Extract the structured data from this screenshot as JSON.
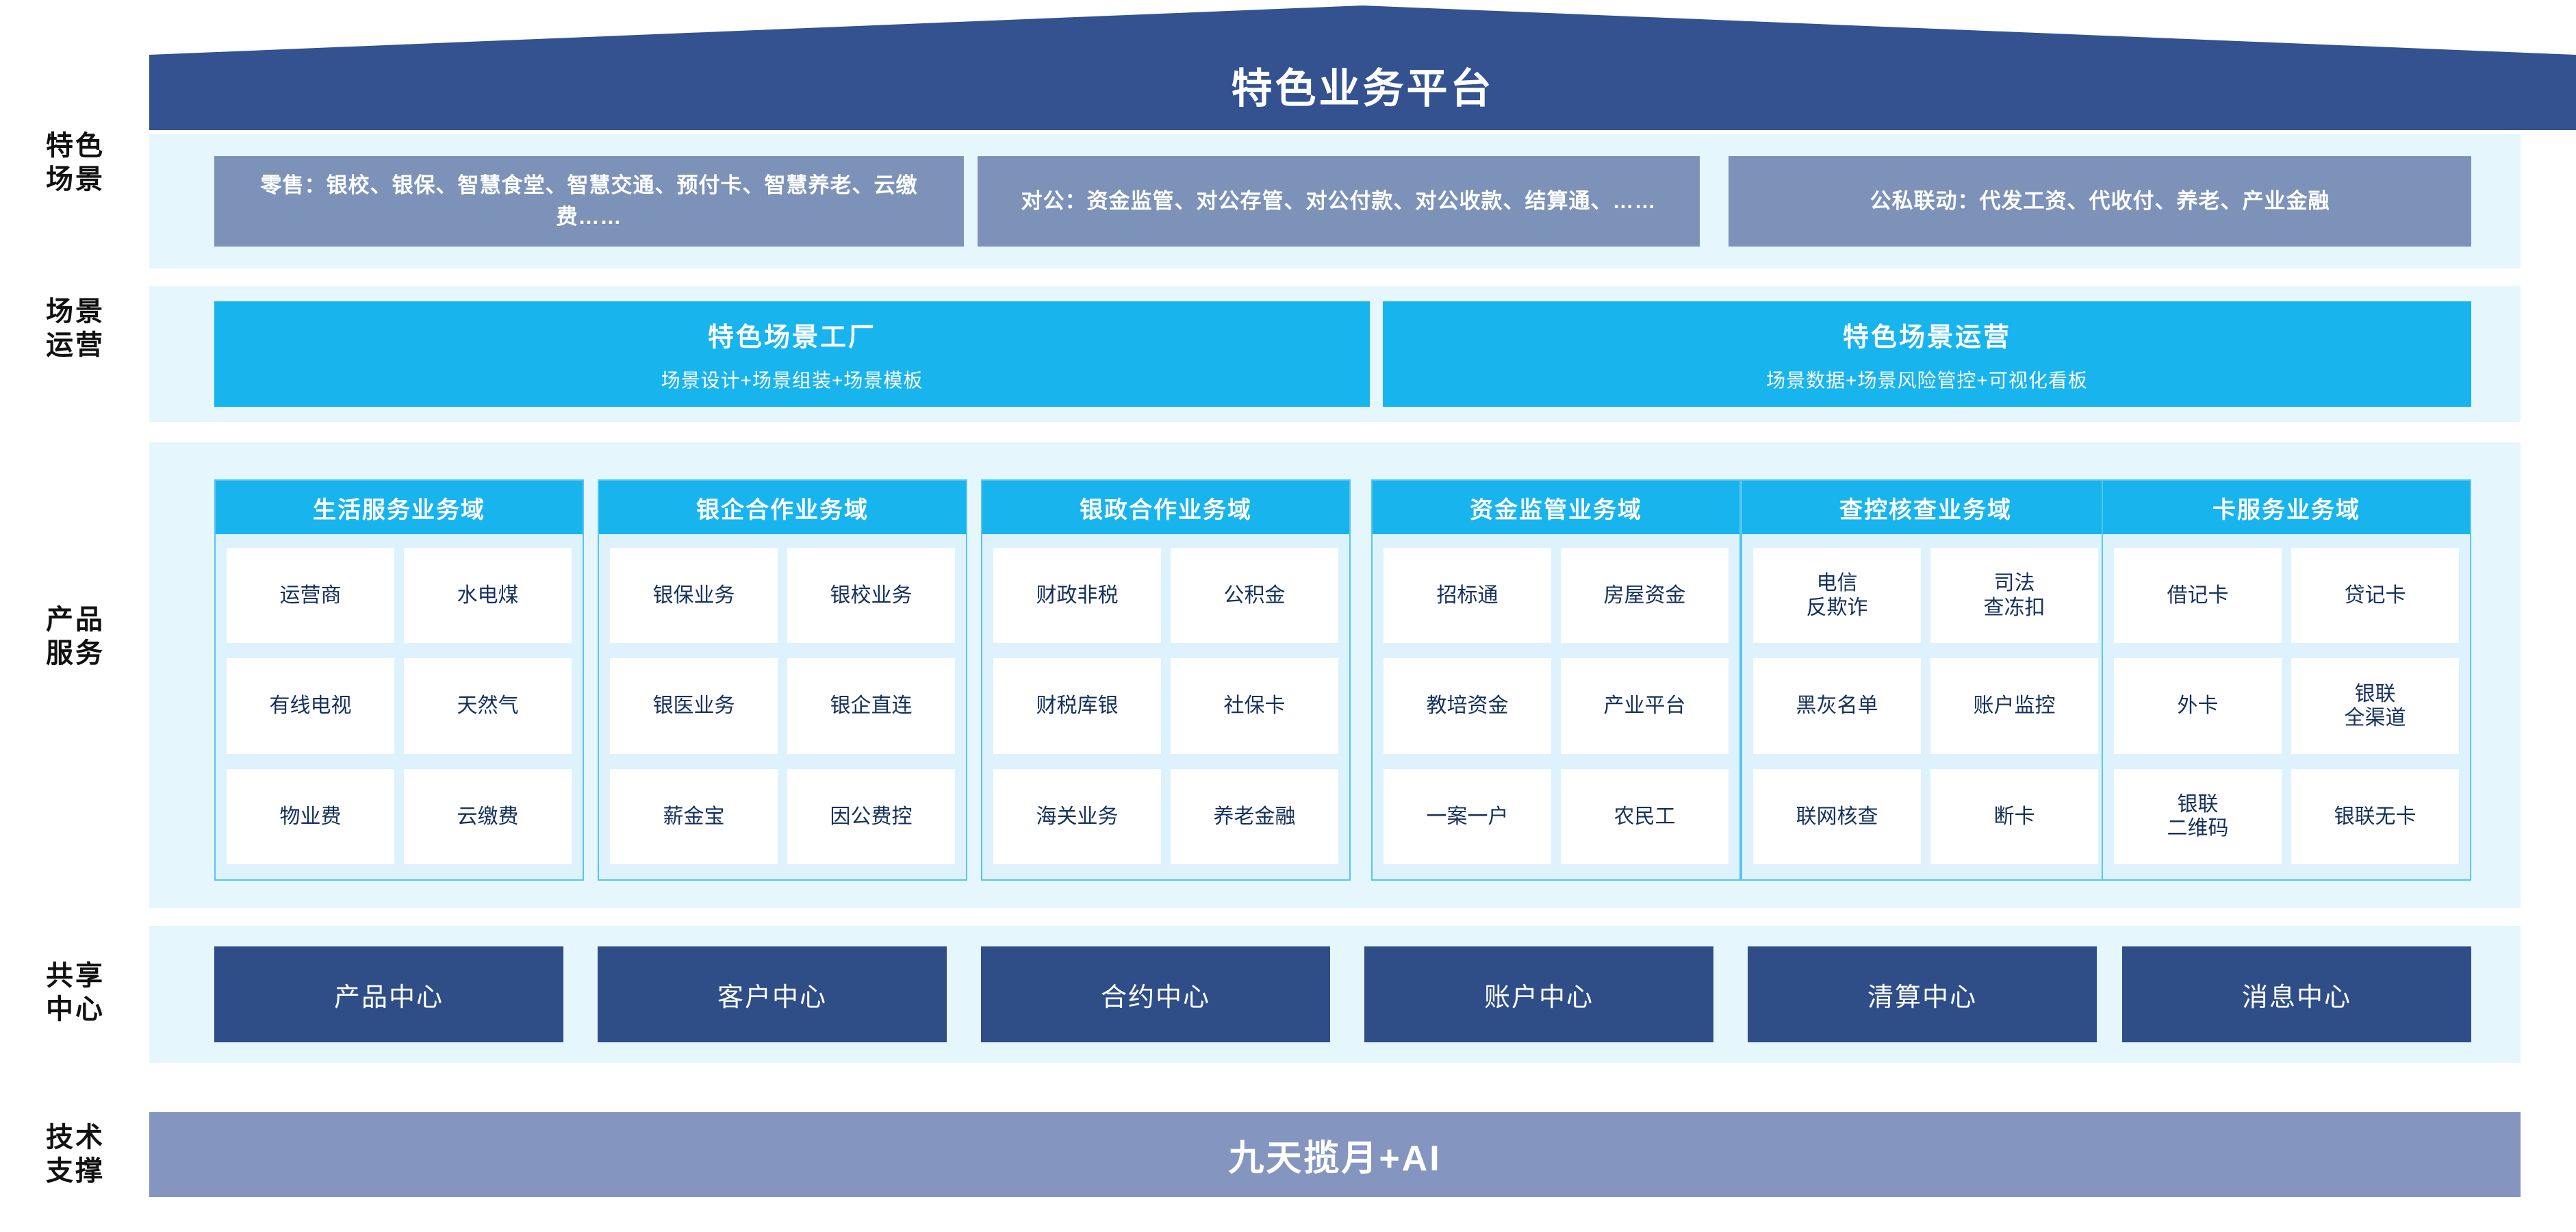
{
  "banner": {
    "title": "特色业务平台"
  },
  "rail_labels": [
    {
      "name": "featured-scenarios",
      "line1": "特色",
      "line2": "场景"
    },
    {
      "name": "scenario-operation",
      "line1": "场景",
      "line2": "运营"
    },
    {
      "name": "product-service",
      "line1": "产品",
      "line2": "服务"
    },
    {
      "name": "shared-center",
      "line1": "共享",
      "line2": "中心"
    },
    {
      "name": "tech-support",
      "line1": "技术",
      "line2": "支撑"
    }
  ],
  "scenarios": [
    {
      "text": "零售：银校、银保、智慧食堂、智慧交通、预付卡、智慧养老、云缴费……"
    },
    {
      "text": "对公：资金监管、对公存管、对公付款、对公收款、结算通、……"
    },
    {
      "text": "公私联动：代发工资、代收付、养老、产业金融"
    }
  ],
  "operations": [
    {
      "title": "特色场景工厂",
      "subtitle": "场景设计+场景组装+场景模板"
    },
    {
      "title": "特色场景运营",
      "subtitle": "场景数据+场景风险管控+可视化看板"
    }
  ],
  "domains": [
    {
      "title": "生活服务业务域",
      "items": [
        "运营商",
        "水电煤",
        "有线电视",
        "天然气",
        "物业费",
        "云缴费"
      ]
    },
    {
      "title": "银企合作业务域",
      "items": [
        "银保业务",
        "银校业务",
        "银医业务",
        "银企直连",
        "薪金宝",
        "因公费控"
      ]
    },
    {
      "title": "银政合作业务域",
      "items": [
        "财政非税",
        "公积金",
        "财税库银",
        "社保卡",
        "海关业务",
        "养老金融"
      ]
    },
    {
      "title": "资金监管业务域",
      "items": [
        "招标通",
        "房屋资金",
        "教培资金",
        "产业平台",
        "一案一户",
        "农民工"
      ]
    },
    {
      "title": "查控核查业务域",
      "items": [
        "电信\n反欺诈",
        "司法\n查冻扣",
        "黑灰名单",
        "账户监控",
        "联网核查",
        "断卡"
      ]
    },
    {
      "title": "卡服务业务域",
      "items": [
        "借记卡",
        "贷记卡",
        "外卡",
        "银联\n全渠道",
        "银联\n二维码",
        "银联无卡"
      ]
    }
  ],
  "centers": [
    {
      "label": "产品中心"
    },
    {
      "label": "客户中心"
    },
    {
      "label": "合约中心"
    },
    {
      "label": "账户中心"
    },
    {
      "label": "清算中心"
    },
    {
      "label": "消息中心"
    }
  ],
  "tech_support": {
    "label": "九天揽月+AI"
  },
  "colors": {
    "banner_navy": "#33528f",
    "band_pale": "#e6f6fd",
    "scenario_slate": "#7d92b8",
    "accent_cyan": "#18b4ee",
    "domain_fill": "#ddf2fd",
    "domain_border": "#57c6ee",
    "chip_text": "#16305e",
    "center_navy": "#2f4e87",
    "tech_slate": "#8496bf"
  }
}
